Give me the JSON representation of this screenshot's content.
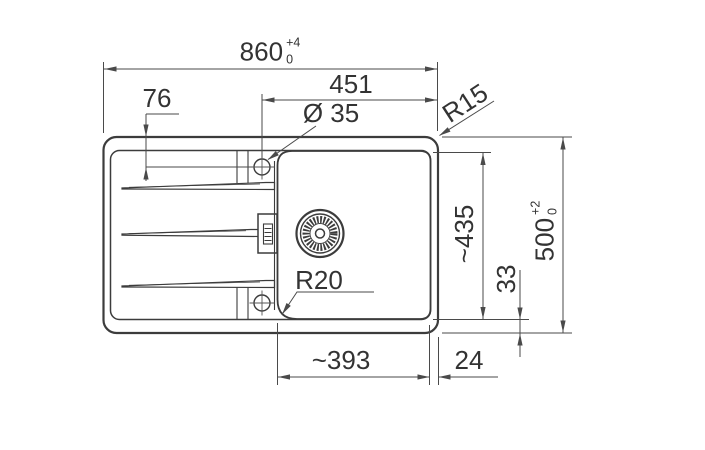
{
  "page": {
    "background": "#ffffff"
  },
  "drawing": {
    "type": "technical-drawing",
    "subject": "inset kitchen sink with single bowl and drainboard, top view",
    "line_color": "#3c3c3c",
    "dim_color": "#4a4a4a",
    "text_color": "#333333"
  },
  "dims": {
    "total_width": {
      "value": "860",
      "tol_upper": "+4",
      "tol_lower": "0"
    },
    "tap_to_right_edge": {
      "value": "451"
    },
    "tap_offset_top": {
      "value": "76"
    },
    "tap_hole_diameter": {
      "value": "Ø 35"
    },
    "outer_corner_radius": {
      "value": "R15"
    },
    "bowl_length": {
      "value": "~435"
    },
    "total_depth": {
      "value": "500",
      "tol_upper": "+2",
      "tol_lower": "0"
    },
    "bowl_to_edge_gap": {
      "value": "33"
    },
    "bowl_corner_radius": {
      "value": "R20"
    },
    "bowl_width": {
      "value": "~393"
    },
    "right_edge_gap": {
      "value": "24"
    }
  }
}
